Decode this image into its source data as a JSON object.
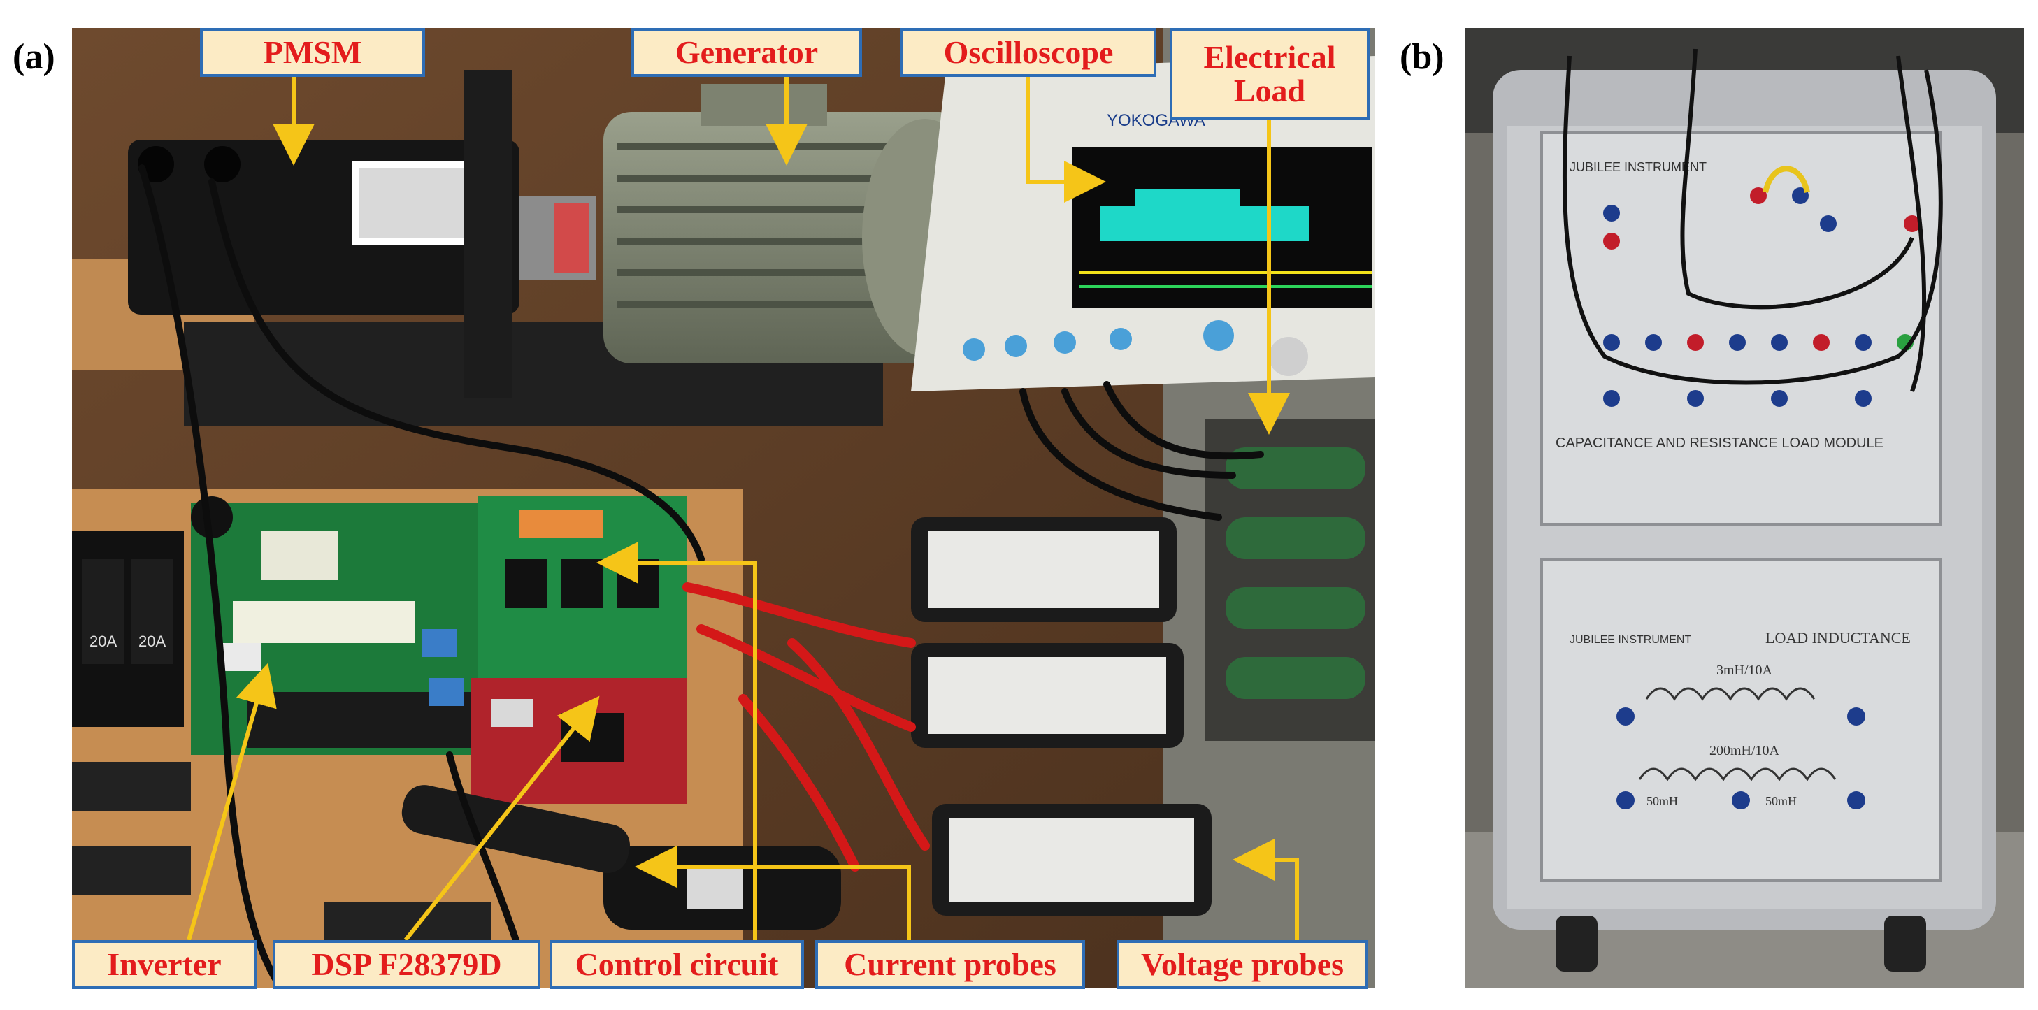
{
  "panels": {
    "a": {
      "letter": "(a)"
    },
    "b": {
      "letter": "(b)"
    }
  },
  "callouts": {
    "pmsm": "PMSM",
    "generator": "Generator",
    "oscilloscope": "Oscilloscope",
    "electrical_load_line1": "Electrical",
    "electrical_load_line2": "Load",
    "inverter": "Inverter",
    "dsp": "DSP F28379D",
    "control_circuit": "Control circuit",
    "current_probes": "Current probes",
    "voltage_probes": "Voltage probes"
  },
  "photo_b_text": {
    "brand_top": "JUBILEE INSTRUMENT",
    "cap_res_module": "CAPACITANCE AND RESISTANCE LOAD MODULE",
    "brand_bottom": "JUBILEE INSTRUMENT",
    "load_inductance": "LOAD INDUCTANCE",
    "inductor_1": "3mH/10A",
    "inductor_2": "200mH/10A",
    "tap_left": "50mH",
    "tap_right": "50mH"
  },
  "photo_a_text": {
    "scope_brand": "YOKOGAWA",
    "breaker_1": "20A",
    "breaker_2": "20A"
  },
  "colors": {
    "callout_fill": "#fcebc5",
    "callout_border": "#2e6db5",
    "callout_text": "#e31c1c",
    "arrow": "#f5c518"
  }
}
